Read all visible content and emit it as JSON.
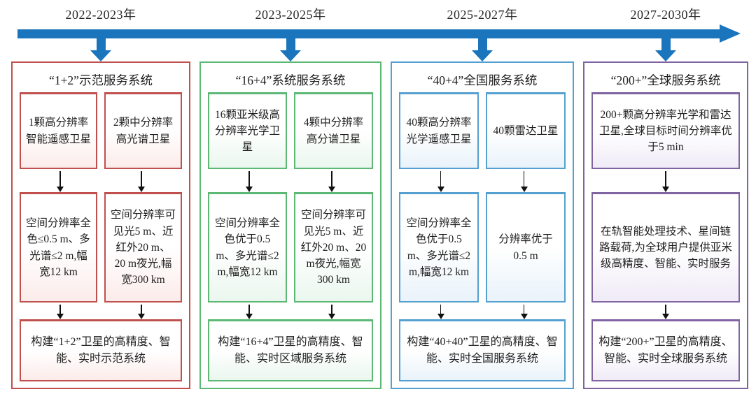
{
  "timeline": {
    "arrow_color": "#1b75bc",
    "periods": [
      "2022-2023年",
      "2023-2025年",
      "2025-2027年",
      "2027-2030年"
    ]
  },
  "columns": [
    {
      "accent": "#c0504d",
      "tint": "#fbecea",
      "title": "“1+2”示范服务系统",
      "satellites": [
        "1颗高分辨率智能遥感卫星",
        "2颗中分辨率高光谱卫星"
      ],
      "specs": [
        "空间分辨率全色≤0.5 m、多光谱≤2 m,幅宽12 km",
        "空间分辨率可见光5 m、近红外20 m、20 m夜光,幅宽300 km"
      ],
      "goal": "构建“1+2”卫星的高精度、智能、实时示范系统"
    },
    {
      "accent": "#5cb874",
      "tint": "#eaf7ee",
      "title": "“16+4”系统服务系统",
      "satellites": [
        "16颗亚米级高分辨率光学卫星",
        "4颗中分辨率高分谱卫星"
      ],
      "specs": [
        "空间分辨率全色优于0.5 m、多光谱≤2 m,幅宽12 km",
        "空间分辨率可见光5 m、近红外20 m、20 m夜光,幅宽300 km"
      ],
      "goal": "构建“16+4”卫星的高精度、智能、实时区域服务系统"
    },
    {
      "accent": "#55a0d0",
      "tint": "#e9f3fa",
      "title": "“40+4”全国服务系统",
      "satellites": [
        "40颗高分辨率光学遥感卫星",
        "40颗雷达卫星"
      ],
      "specs": [
        "空间分辨率全色优于0.5 m、多光谱≤2 m,幅宽12 km",
        "分辨率优于0.5 m"
      ],
      "goal": "构建“40+40”卫星的高精度、智能、实时全国服务系统"
    },
    {
      "accent": "#8064a2",
      "tint": "#f0ebf7",
      "title": "“200+”全球服务系统",
      "satellites": [
        "200+颗高分辨率光学和雷达卫星,全球目标时间分辨率优于5 min"
      ],
      "specs": [
        "在轨智能处理技术、星间链路载荷,为全球用户提供亚米级高精度、智能、实时服务"
      ],
      "goal": "构建“200+”卫星的高精度、智能、实时全球服务系统"
    }
  ]
}
